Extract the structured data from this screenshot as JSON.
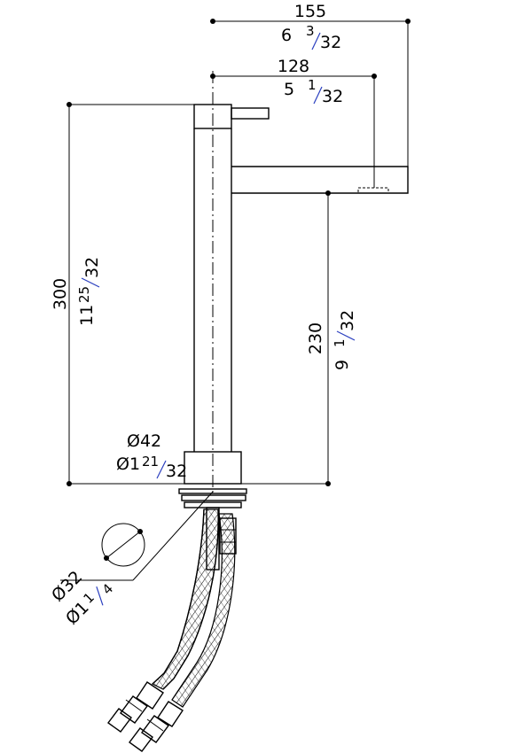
{
  "dimensions": {
    "overall_reach": {
      "mm": "155",
      "inch_whole": "6",
      "inch_num": "3",
      "inch_den": "32"
    },
    "spout_reach": {
      "mm": "128",
      "inch_whole": "5",
      "inch_num": "1",
      "inch_den": "32"
    },
    "total_height": {
      "mm": "300",
      "inch_whole": "11",
      "inch_num": "25",
      "inch_den": "32"
    },
    "spout_height": {
      "mm": "230",
      "inch_whole": "9",
      "inch_num": "1",
      "inch_den": "32"
    },
    "base_diameter": {
      "mm": "Ø42",
      "inch_whole": "Ø1",
      "inch_num": "21",
      "inch_den": "32"
    },
    "hole_diameter": {
      "mm": "Ø32",
      "inch_whole": "Ø1",
      "inch_num": "1",
      "inch_den": "4"
    }
  },
  "colors": {
    "line": "#000000",
    "fraction_slash": "#2a3fbf"
  }
}
